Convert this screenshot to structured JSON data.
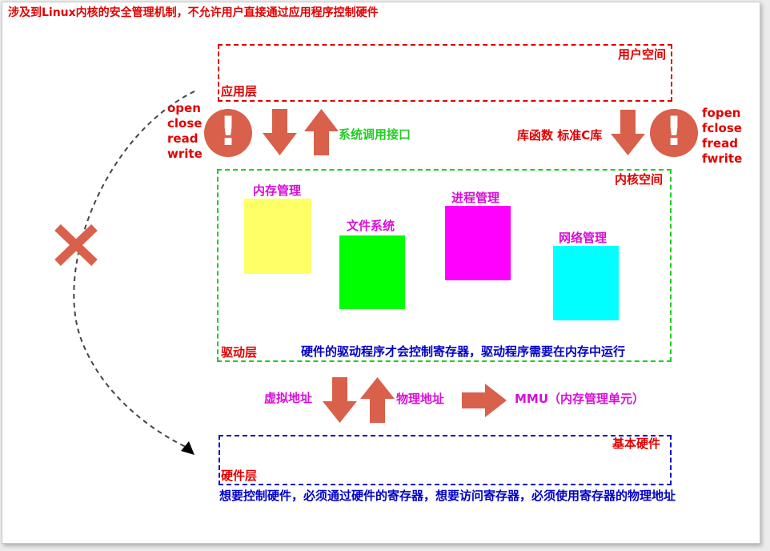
{
  "top_note": "涉及到Linux内核的安全管理机制，不允许用户直接通过应用程序控制硬件",
  "user_space": {
    "title": "用户空间",
    "layer": "应用层"
  },
  "left_calls": [
    "open",
    "close",
    "read",
    "write"
  ],
  "right_calls": [
    "fopen",
    "fclose",
    "fread",
    "fwrite"
  ],
  "syscall_label": "系统调用接口",
  "libc_label": "库函数 标准C库",
  "kernel_space": {
    "title": "内核空间",
    "blocks": [
      {
        "label": "内存管理",
        "color": "#ffff66"
      },
      {
        "label": "文件系统",
        "color": "#00ff00"
      },
      {
        "label": "进程管理",
        "color": "#ff00ff"
      },
      {
        "label": "网络管理",
        "color": "#00ffff"
      }
    ],
    "driver_layer": "驱动层",
    "driver_note": "硬件的驱动程序才会控制寄存器，驱动程序需要在内存中运行"
  },
  "virtual_addr": "虚拟地址",
  "physical_addr": "物理地址",
  "mmu": "MMU（内存管理单元）",
  "hardware": {
    "title": "基本硬件",
    "layer": "硬件层"
  },
  "bottom_note": "想要控制硬件，必须通过硬件的寄存器，想要访问寄存器，必须使用寄存器的物理地址",
  "colors": {
    "user_box_border": "#e00000",
    "kernel_box_border": "#22cc22",
    "hardware_box_border": "#0000c8",
    "arrow": "#d9604a"
  },
  "icons": {
    "warning": "exclamation-circle-icon",
    "blocked": "x-cross-icon"
  }
}
